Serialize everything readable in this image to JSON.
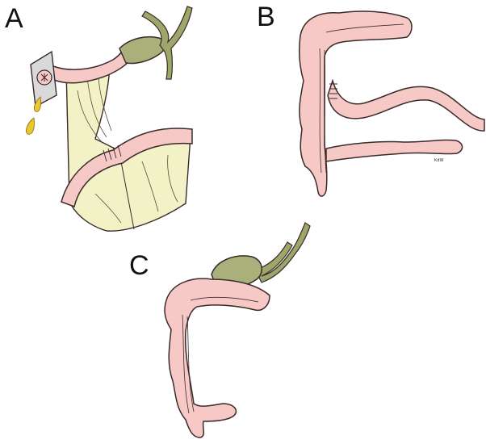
{
  "figure": {
    "panels": [
      {
        "label": "A",
        "content": "illustration"
      },
      {
        "label": "B",
        "content": "illustration"
      },
      {
        "label": "C",
        "content": "illustration"
      }
    ],
    "signature": "KdW"
  },
  "colors": {
    "bowel_fill": "#f6c9c6",
    "bowel_outline": "#3a2a2a",
    "gallbladder_fill": "#a9b07a",
    "mesentery_fill": "#f3f2c7",
    "ducts_fill": "#9ea66a",
    "bile_drop": "#e8c82e",
    "device_fill": "#d9d9d9"
  }
}
